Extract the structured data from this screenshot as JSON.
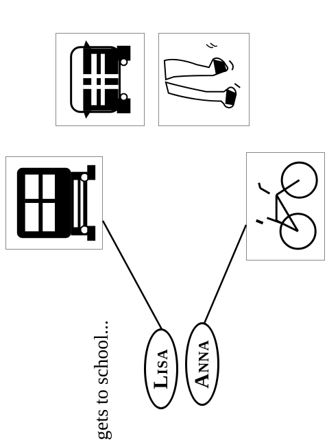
{
  "sentence": "gets to school...",
  "names": [
    "Lisa",
    "Anna"
  ],
  "pictures": [
    "car",
    "walking-legs",
    "bus",
    "bicycle"
  ],
  "connections": [
    {
      "name": "Lisa",
      "picture": "bus"
    },
    {
      "name": "Anna",
      "picture": "bicycle"
    }
  ],
  "colors": {
    "ink": "#000000",
    "frame": "#888888",
    "background": "#ffffff"
  }
}
